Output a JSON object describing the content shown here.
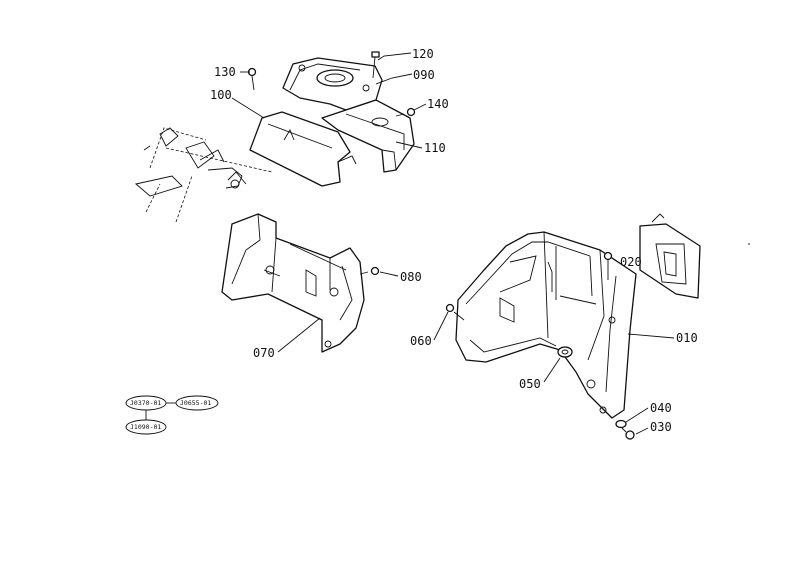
{
  "callouts": {
    "c130": "130",
    "c120": "120",
    "c090": "090",
    "c100": "100",
    "c140": "140",
    "c110": "110",
    "c070": "070",
    "c080": "080",
    "c020": "020",
    "c010": "010",
    "c060": "060",
    "c050": "050",
    "c040": "040",
    "c030": "030"
  },
  "reference_ovals": {
    "r1": "J0370-01",
    "r2": "J0655-01",
    "r3": "J1090-01"
  }
}
